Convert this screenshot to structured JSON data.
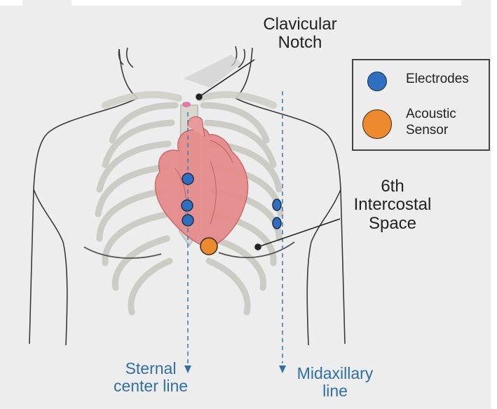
{
  "labels": {
    "clavicular_1": "Clavicular",
    "clavicular_2": "Notch",
    "intercostal_1": "6th",
    "intercostal_2": "Intercostal",
    "intercostal_3": "Space",
    "sternal_1": "Sternal",
    "sternal_2": "center line",
    "midaxillary_1": "Midaxillary",
    "midaxillary_2": "line"
  },
  "legend": {
    "electrodes_label": "Electrodes",
    "acoustic_label_1": "Acoustic",
    "acoustic_label_2": "Sensor"
  },
  "colors": {
    "electrode": "#2f6fc0",
    "acoustic_sensor": "#ee8a2e",
    "guide_line": "#3f7fb5",
    "heart": "#e58a8a",
    "notch_marker": "#e27aa6"
  },
  "icons": [
    "arrow-down-icon"
  ]
}
